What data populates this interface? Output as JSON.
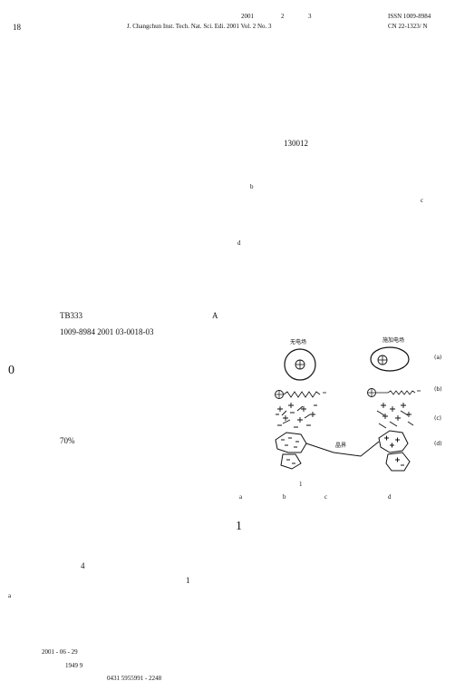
{
  "header": {
    "page_number": "18",
    "year": "2001",
    "month": "2",
    "issue_no": "3",
    "journal_line": "J. Changchun Inst. Tech.   Nat. Sci. Edi.   2001  Vol. 2  No. 3",
    "issn": "ISSN 1009-8984",
    "cn": "CN 22-1323/ N"
  },
  "body": {
    "postal_code": "130012",
    "note_b": "b",
    "note_c": "c",
    "note_d": "d",
    "clc": "TB333",
    "doc_code": "A",
    "article_id": "1009-8984  2001  03-0018-03",
    "section_zero": "0",
    "percent": "70%",
    "section_one": "1",
    "ref_4": "4",
    "ref_1": "1",
    "mark_a": "a"
  },
  "figure": {
    "label_no_field": "无电场",
    "label_with_field": "施加电场",
    "label_grain_boundary": "晶界",
    "row_labels": [
      "(a)",
      "(b)",
      "(c)",
      "(d)"
    ],
    "caption_number": "1",
    "sublabels": [
      "a",
      "b",
      "c",
      "d"
    ]
  },
  "footer": {
    "received": "2001 - 06 - 29",
    "born": "1949  9",
    "phone": "0431  5955991  - 2248"
  }
}
